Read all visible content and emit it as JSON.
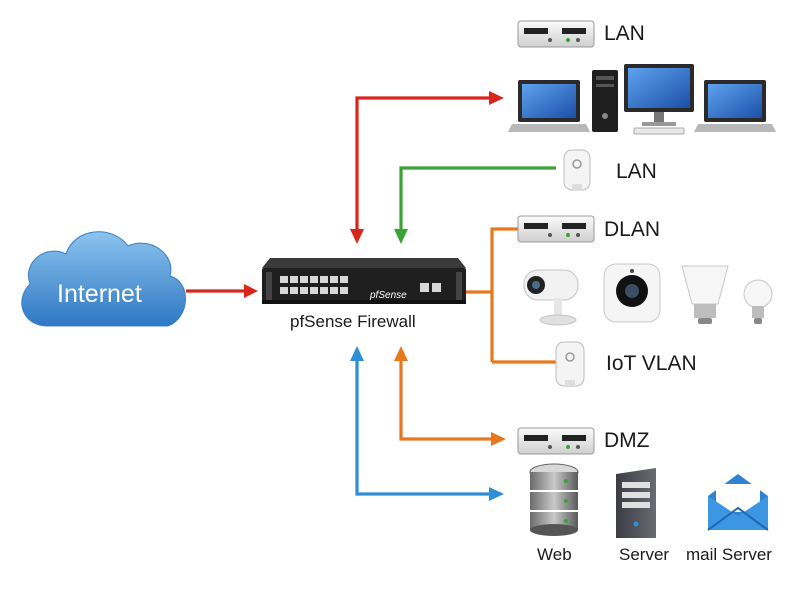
{
  "labels": {
    "internet": "Internet",
    "firewall": "pfSense Firewall",
    "firewall_brand": "pfSense",
    "lan_top": "LAN",
    "lan_ap": "LAN",
    "dlan": "DLAN",
    "iot_vlan": "IoT VLAN",
    "dmz": "DMZ",
    "web": "Web",
    "server": "Server",
    "mail_server": "mail Server"
  },
  "colors": {
    "internet_link": "#d9261c",
    "lan_link": "#d9261c",
    "lan_ap_link": "#3aa335",
    "dlan_iot_link": "#e8781e",
    "dmz_link": "#e8781e",
    "dmz_servers_link": "#2e8fd6",
    "cloud": "#4a8fd0"
  },
  "icons": {
    "cloud": "cloud-icon",
    "firewall": "firewall-appliance-icon",
    "switch": "network-switch-icon",
    "laptop": "laptop-icon",
    "desktop": "desktop-computer-icon",
    "access_point": "wireless-access-point-icon",
    "camera": "security-camera-icon",
    "smart_camera": "smart-camera-icon",
    "smart_bulb": "smart-bulb-icon",
    "database_server": "database-server-icon",
    "tower_server": "tower-server-icon",
    "mail": "mail-icon"
  }
}
